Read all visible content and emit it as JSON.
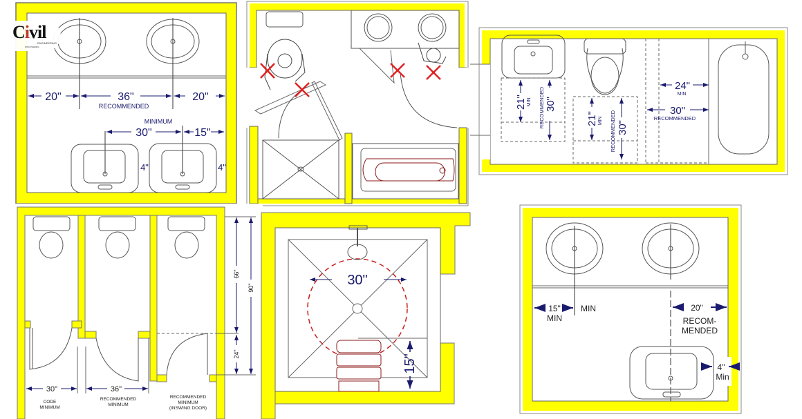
{
  "logo": {
    "text_prefix": "C",
    "text_i": "i",
    "text_suffix": "vil",
    "sub1": "ENGINEERING",
    "sub2": "DISCOVERIES"
  },
  "colors": {
    "wall": "#ffff00",
    "dimension": "#1a1a6e",
    "line": "#555555",
    "red_mark": "#e02020",
    "clearance_circle": "#c81e1e"
  },
  "panels": {
    "double_vanity": {
      "dims": {
        "left": "20\"",
        "center": "36\"",
        "right": "20\"",
        "recommended": "RECOMMENDED",
        "minimum": "MINIMUM",
        "min_center": "30\"",
        "min_side": "15\"",
        "gap_left": "4\"",
        "gap_right": "4\""
      }
    },
    "bad_layout": {
      "marks": [
        "x",
        "x",
        "x",
        "x"
      ],
      "fixtures": [
        "toilet",
        "double-sink",
        "shower",
        "bathtub",
        "door"
      ]
    },
    "long_bath": {
      "dims": {
        "sink_min": "21\"",
        "sink_min_label": "MIN",
        "sink_rec": "30\"",
        "sink_rec_label": "RECOMMENDED",
        "toilet_min": "21\"",
        "toilet_min_label": "MIN",
        "toilet_rec": "30\"",
        "toilet_rec_label": "RECOMMENDED",
        "tub_min": "24\"",
        "tub_min_label": "MIN",
        "tub_rec": "30\"",
        "tub_rec_label": "RECOMMENDED"
      }
    },
    "stalls": {
      "dims": {
        "stall1": "30\"",
        "stall1_label_1": "CODE",
        "stall1_label_2": "MINIMUM",
        "stall2": "36\"",
        "stall2_label_1": "RECOMMENDED",
        "stall2_label_2": "MINIMUM",
        "stall3_label_1": "RECOMMENDED",
        "stall3_label_2": "MINIMUM",
        "stall3_label_3": "(INSWING DOOR)",
        "depth_66": "66\"",
        "depth_24": "24\"",
        "depth_90": "90\""
      }
    },
    "shower": {
      "dims": {
        "diameter": "30\"",
        "bench": "15\""
      }
    },
    "vanity_2": {
      "dims": {
        "left": "15\"",
        "left_label": "MIN",
        "left_label_2": "MIN",
        "right": "20\"",
        "right_label_1": "RECOM-",
        "right_label_2": "MENDED",
        "edge": "4\"",
        "edge_label": "Min"
      }
    }
  }
}
